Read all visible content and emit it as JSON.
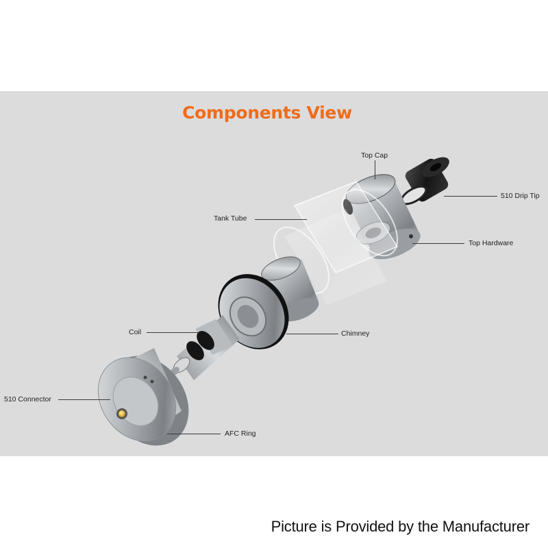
{
  "title": "Components View",
  "labels": {
    "top_cap": "Top Cap",
    "drip_tip": "510 Drip Tip",
    "tank_tube": "Tank Tube",
    "top_hardware": "Top Hardware",
    "coil": "Coil",
    "chimney": "Chimney",
    "connector": "510 Connector",
    "afc_ring": "AFC Ring"
  },
  "footer": "Picture is Provided by the Manufacturer",
  "colors": {
    "title": "#ef6c1a",
    "panel": "#dcdcdc",
    "metal": "#a9adb1",
    "metal_dark": "#6c7074"
  }
}
